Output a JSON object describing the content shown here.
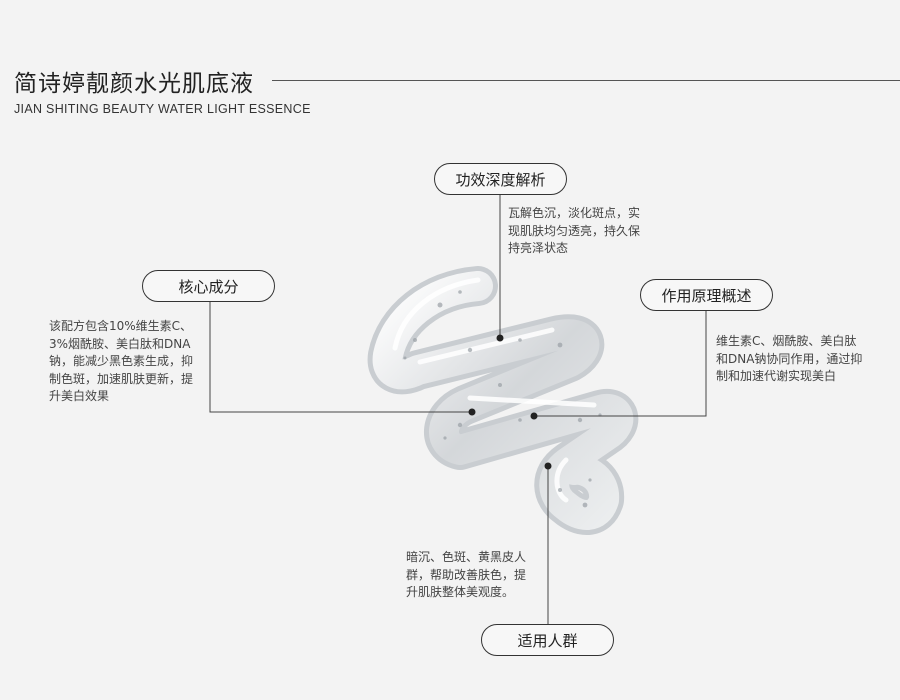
{
  "header": {
    "title_cn": "简诗婷靓颜水光肌底液",
    "title_en": "JIAN SHITING BEAUTY WATER LIGHT ESSENCE"
  },
  "sections": {
    "efficacy": {
      "label": "功效深度解析",
      "lines": [
        "瓦解色沉，淡化斑点，实",
        "现肌肤均匀透亮，持久保",
        "持亮泽状态"
      ]
    },
    "ingredients": {
      "label": "核心成分",
      "lines": [
        "该配方包含10%维生素C、",
        "3%烟酰胺、美白肽和DNA",
        "钠，能减少黑色素生成，抑",
        "制色斑，加速肌肤更新，提",
        "升美白效果"
      ]
    },
    "mechanism": {
      "label": "作用原理概述",
      "lines": [
        "维生素C、烟酰胺、美白肽",
        "和DNA钠协同作用，通过抑",
        "制和加速代谢实现美白"
      ]
    },
    "audience": {
      "label": "适用人群",
      "lines": [
        "暗沉、色斑、黄黑皮人",
        "群，帮助改善肤色，提",
        "升肌肤整体美观度。"
      ]
    }
  },
  "colors": {
    "background": "#f3f3f3",
    "line": "#555555",
    "gel": "#d6d9dc"
  }
}
